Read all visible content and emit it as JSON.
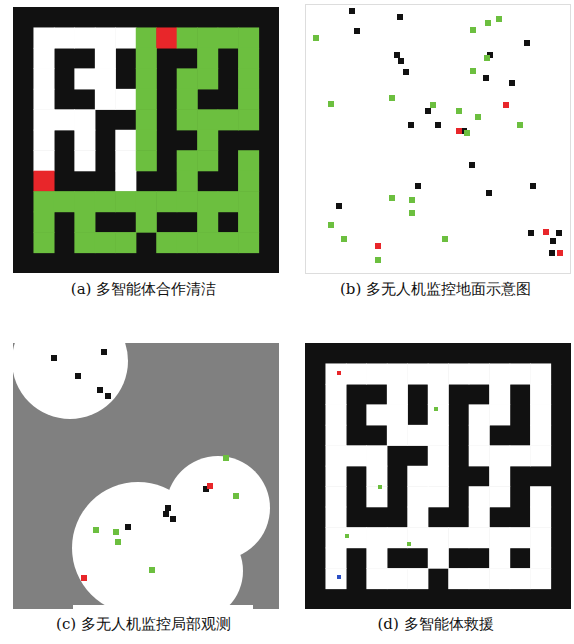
{
  "diagram": {
    "labels": [
      "(a) 多智能体合作清洁",
      "(b) 多无人机监控地面示意图",
      "(c) 多无人机监控局部观测",
      "(d) 多智能体救援"
    ]
  }
}
